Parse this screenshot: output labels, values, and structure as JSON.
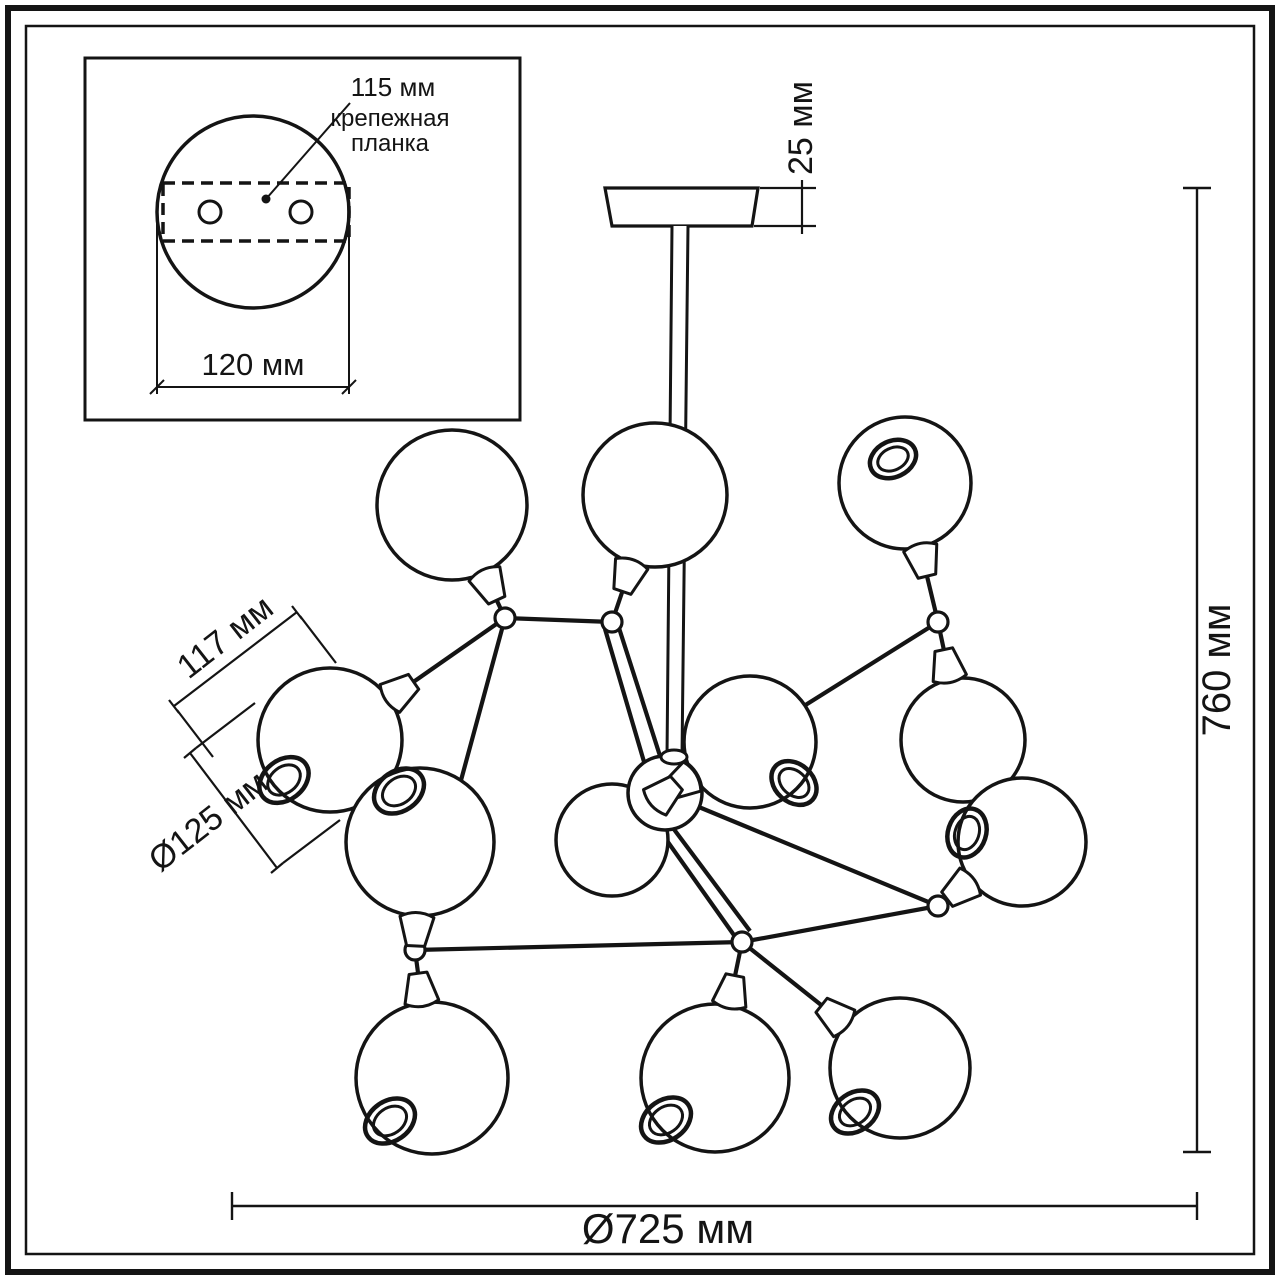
{
  "colors": {
    "ink": "#141414",
    "paper": "#ffffff"
  },
  "inset": {
    "leader_label": "115 мм",
    "bracket_label_line1": "крепежная",
    "bracket_label_line2": "планка",
    "base_width_label": "120 мм"
  },
  "dimensions": {
    "canopy_height": "25 мм",
    "overall_height": "760 мм",
    "arm_length": "117 мм",
    "shade_diameter": "Ø125 мм",
    "overall_diameter": "Ø725 мм"
  }
}
